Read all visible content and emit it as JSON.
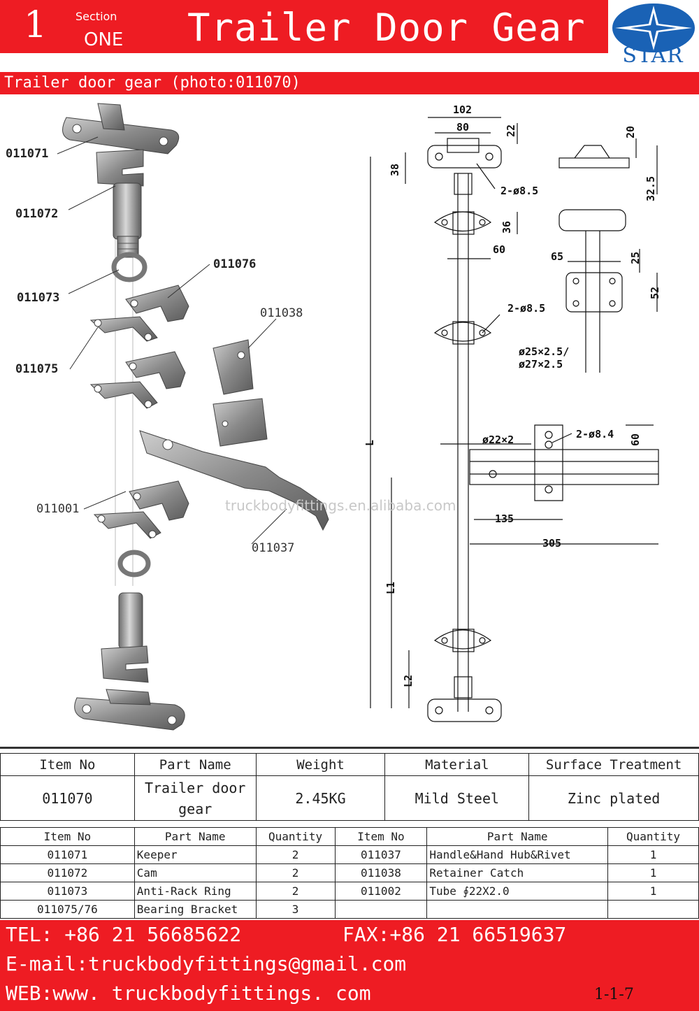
{
  "header": {
    "section_number": "1",
    "section_label": "Section",
    "section_word": "ONE",
    "title": "Trailer Door Gear",
    "logo_text": "STAR"
  },
  "subheader": {
    "title": "Trailer door gear (photo:011070)"
  },
  "figure": {
    "part_labels": [
      "011071",
      "011072",
      "011073",
      "011075",
      "011076",
      "011038",
      "011001",
      "011037"
    ],
    "watermark": "truckbodyfittings.en.alibaba.com",
    "dimensions": {
      "d102": "102",
      "d80": "80",
      "d22": "22",
      "d38": "38",
      "d2_85_top": "2-ø8.5",
      "d36": "36",
      "d60": "60",
      "d2_85_mid": "2-ø8.5",
      "d20": "20",
      "d32_5": "32.5",
      "d65": "65",
      "d25": "25",
      "d52": "52",
      "tube_a": "ø25×2.5/",
      "tube_b": "ø27×2.5",
      "d22x2": "ø22×2",
      "d2_84": "2-ø8.4",
      "d60_right": "60",
      "d135": "135",
      "d305": "305",
      "L": "L",
      "L1": "L1",
      "L2": "L2"
    }
  },
  "main_table": {
    "headers": [
      "Item No",
      "Part Name",
      "Weight",
      "Material",
      "Surface Treatment"
    ],
    "row": {
      "item_no": "011070",
      "part_name_1": "Trailer door",
      "part_name_2": "gear",
      "weight": "2.45KG",
      "material": "Mild Steel",
      "surface": "Zinc plated"
    }
  },
  "parts_table": {
    "headers": [
      "Item No",
      "Part Name",
      "Quantity",
      "Item No",
      "Part  Name",
      "Quantity"
    ],
    "rows": [
      {
        "item_a": "011071",
        "name_a": "Keeper",
        "qty_a": "2",
        "item_b": "011037",
        "name_b": "Handle&Hand Hub&Rivet",
        "qty_b": "1"
      },
      {
        "item_a": "011072",
        "name_a": "Cam",
        "qty_a": "2",
        "item_b": "011038",
        "name_b": "Retainer Catch",
        "qty_b": "1"
      },
      {
        "item_a": "011073",
        "name_a": "Anti-Rack Ring",
        "qty_a": "2",
        "item_b": "011002",
        "name_b": "Tube  ∮22X2.0",
        "qty_b": "1"
      },
      {
        "item_a": "011075/76",
        "name_a": "Bearing Bracket",
        "qty_a": "3",
        "item_b": "",
        "name_b": "",
        "qty_b": ""
      }
    ]
  },
  "footer": {
    "tel": "TEL:    +86 21 56685622",
    "fax": "FAX:+86 21 66519637",
    "email": "E-mail:truckbodyfittings@gmail.com",
    "web": "WEB:www. truckbodyfittings. com",
    "page_code": "1-1-7"
  },
  "colors": {
    "brand_red": "#ee1c23",
    "logo_blue": "#1a62b5"
  }
}
